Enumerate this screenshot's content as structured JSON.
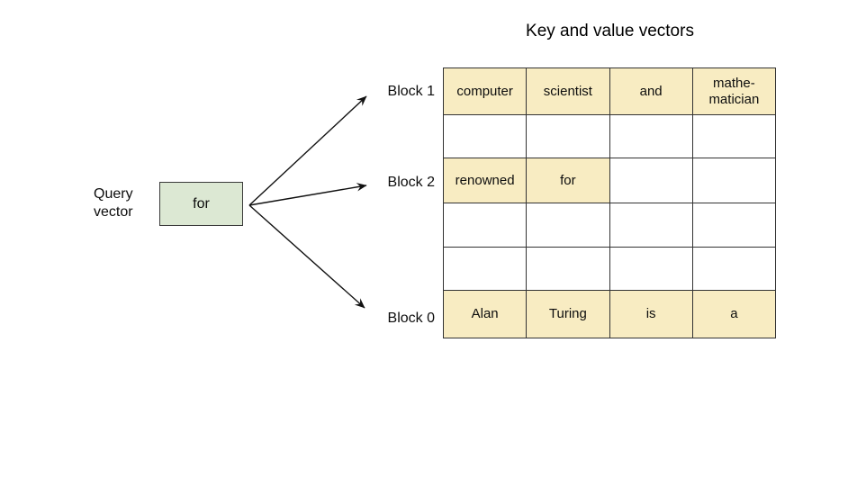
{
  "title": "Key and value vectors",
  "query": {
    "label": "Query vector",
    "value": "for"
  },
  "blocks": [
    {
      "label": "Block 1"
    },
    {
      "label": "Block 2"
    },
    {
      "label": "Block 0"
    }
  ],
  "table": {
    "rows": [
      {
        "block": "Block 1",
        "cells": [
          {
            "text": "computer",
            "highlighted": true
          },
          {
            "text": "scientist",
            "highlighted": true
          },
          {
            "text": "and",
            "highlighted": true
          },
          {
            "text": "mathe-\nmatician",
            "highlighted": true
          }
        ]
      },
      {
        "block": "",
        "cells": [
          {
            "text": "",
            "highlighted": false
          },
          {
            "text": "",
            "highlighted": false
          },
          {
            "text": "",
            "highlighted": false
          },
          {
            "text": "",
            "highlighted": false
          }
        ]
      },
      {
        "block": "Block 2",
        "cells": [
          {
            "text": "renowned",
            "highlighted": true
          },
          {
            "text": "for",
            "highlighted": true
          },
          {
            "text": "",
            "highlighted": false
          },
          {
            "text": "",
            "highlighted": false
          }
        ]
      },
      {
        "block": "",
        "cells": [
          {
            "text": "",
            "highlighted": false
          },
          {
            "text": "",
            "highlighted": false
          },
          {
            "text": "",
            "highlighted": false
          },
          {
            "text": "",
            "highlighted": false
          }
        ]
      },
      {
        "block": "",
        "cells": [
          {
            "text": "",
            "highlighted": false
          },
          {
            "text": "",
            "highlighted": false
          },
          {
            "text": "",
            "highlighted": false
          },
          {
            "text": "",
            "highlighted": false
          }
        ]
      },
      {
        "block": "Block 0",
        "cells": [
          {
            "text": "Alan",
            "highlighted": true
          },
          {
            "text": "Turing",
            "highlighted": true
          },
          {
            "text": "is",
            "highlighted": true
          },
          {
            "text": "a",
            "highlighted": true
          }
        ]
      }
    ]
  },
  "colors": {
    "highlight": "#f8ecc2",
    "query_box": "#dce8d3",
    "table_border": "#333333"
  }
}
